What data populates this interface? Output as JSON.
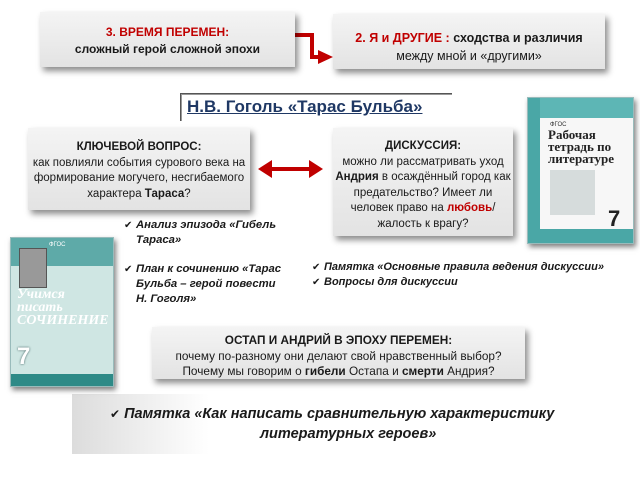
{
  "box_time": {
    "line1": "3. ВРЕМЯ ПЕРЕМЕН:",
    "line2": "сложный герой сложной эпохи"
  },
  "box_others": {
    "lead": "2. Я и ДРУГИЕ :",
    "rest1": " сходства и различия",
    "line2": "между мной и «другими»"
  },
  "title": "Н.В. Гоголь «Тарас Бульба»",
  "key_question": {
    "heading": "КЛЮЧЕВОЙ ВОПРОС:",
    "text_a": "как повлияли события сурового века на формирование могучего, несгибаемого характера ",
    "name": "Тараса",
    "text_b": "?"
  },
  "discussion": {
    "heading": "ДИСКУССИЯ:",
    "text_a": "можно ли рассматривать уход ",
    "name": "Андрия",
    "text_b": " в осаждённый город как предательство? Имеет ли человек право на ",
    "word": "любовь",
    "text_c": "/жалость к врагу?"
  },
  "left_list": [
    "Анализ эпизода «Гибель Тараса»",
    "План к сочинению «Тарас Бульба – герой повести Н. Гоголя»"
  ],
  "right_list": [
    "Памятка «Основные правила ведения дискуссии»",
    "Вопросы для дискуссии"
  ],
  "ostap": {
    "heading": "ОСТАП И АНДРИЙ В ЭПОХУ ПЕРЕМЕН:",
    "line2": "почему по-разному они делают свой нравственный выбор?",
    "line3_a": "Почему мы говорим о ",
    "word1": "гибели",
    "line3_b": " Остапа и ",
    "word2": "смерти",
    "line3_c": " Андрия?"
  },
  "bottom": {
    "line1": "Памятка «Как написать сравнительную  характеристику",
    "line2": "литературных героев»"
  },
  "book_workbook": {
    "series": "ФГОС",
    "title": "Рабочая тетрадь по литературе",
    "grade": "7"
  },
  "book_essay": {
    "series": "ФГОС",
    "title": "Учимся писать СОЧИНЕНИЕ",
    "grade": "7"
  },
  "icons": {
    "check": "✔",
    "accent_red": "#c00000",
    "title_blue": "#1f3864"
  }
}
